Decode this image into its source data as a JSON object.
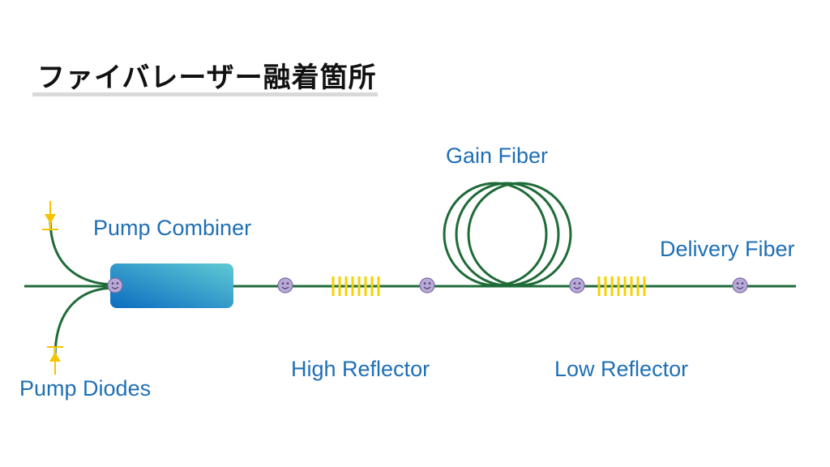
{
  "title": "ファイバレーザー融着箇所",
  "labels": {
    "pump_combiner": "Pump Combiner",
    "pump_diodes": "Pump Diodes",
    "gain_fiber": "Gain Fiber",
    "delivery_fiber": "Delivery Fiber",
    "high_reflector": "High Reflector",
    "low_reflector": "Low Reflector"
  },
  "colors": {
    "fiber": "#1f6b38",
    "label": "#1f6fb5",
    "grating": "#f5d200",
    "splice_fill": "#b9a9d9",
    "splice_stroke": "#7a6aa0",
    "combiner_dark": "#0b6cc0",
    "combiner_light": "#5fcad4"
  },
  "icons": {
    "splice_point": "smiley-splice-icon",
    "pump_arrow": "arrow-icon"
  }
}
